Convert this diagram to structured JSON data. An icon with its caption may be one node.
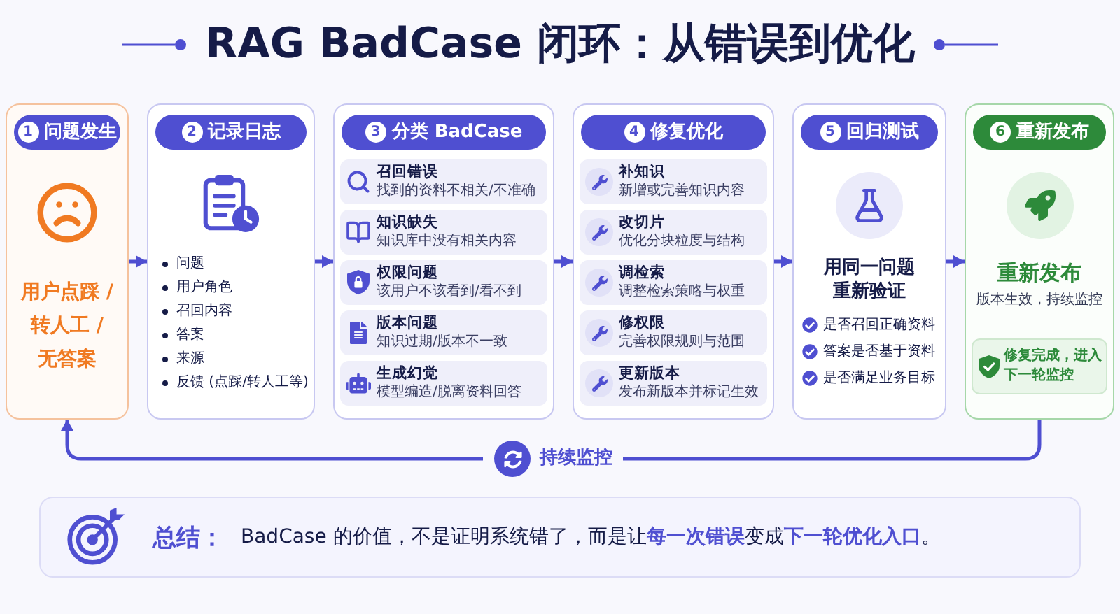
{
  "diagram": {
    "title": "RAG BadCase 闭环：从错误到优化",
    "nodes": [
      {
        "text": [
          "1",
          "问题发生",
          "用户点踩 / 转人工 / 无答案"
        ]
      },
      {
        "text": [
          "2",
          "记录日志",
          "问题",
          "用户角色",
          "召回内容",
          "答案",
          "来源",
          "反馈 (点踩/转人工等)"
        ]
      },
      {
        "text": [
          "3",
          "分类 BadCase"
        ]
      },
      {
        "text": [
          "召回错误",
          "找到的资料不相关/不准确"
        ],
        "in": 2
      },
      {
        "text": [
          "知识缺失",
          "知识库中没有相关内容"
        ],
        "in": 2
      },
      {
        "text": [
          "权限问题",
          "该用户不该看到/看不到"
        ],
        "in": 2
      },
      {
        "text": [
          "版本问题",
          "知识过期/版本不一致"
        ],
        "in": 2
      },
      {
        "text": [
          "生成幻觉",
          "模型编造/脱离资料回答"
        ],
        "in": 2
      },
      {
        "text": [
          "4",
          "修复优化"
        ]
      },
      {
        "text": [
          "补知识",
          "新增或完善知识内容"
        ],
        "in": 8
      },
      {
        "text": [
          "改切片",
          "优化分块粒度与结构"
        ],
        "in": 8
      },
      {
        "text": [
          "调检索",
          "调整检索策略与权重"
        ],
        "in": 8
      },
      {
        "text": [
          "修权限",
          "完善权限规则与范围"
        ],
        "in": 8
      },
      {
        "text": [
          "更新版本",
          "发布新版本并标记生效"
        ],
        "in": 8
      },
      {
        "text": [
          "5",
          "回归测试",
          "用同一问题重新验证",
          "是否召回正确资料",
          "答案是否基于资料",
          "是否满足业务目标"
        ]
      },
      {
        "text": [
          "6",
          "重新发布",
          "重新发布",
          "版本生效，持续监控"
        ]
      },
      {
        "text": [
          "修复完成，进入下一轮监控"
        ],
        "in": 15
      },
      {
        "text": [
          "总结：",
          "BadCase 的价值，不是证明系统错了，而是让**每一次错误**变成**下一轮优化入口**。"
        ]
      }
    ],
    "edges": [
      {
        "from": 0,
        "to": 1,
        "arrow": "to"
      },
      {
        "from": 1,
        "to": 2,
        "arrow": "to"
      },
      {
        "from": 2,
        "to": 8,
        "arrow": "to"
      },
      {
        "from": 8,
        "to": 14,
        "arrow": "to"
      },
      {
        "from": 14,
        "to": 15,
        "arrow": "to"
      },
      {
        "from": 15,
        "to": 0,
        "arrow": "to",
        "label": "持续监控"
      }
    ]
  }
}
